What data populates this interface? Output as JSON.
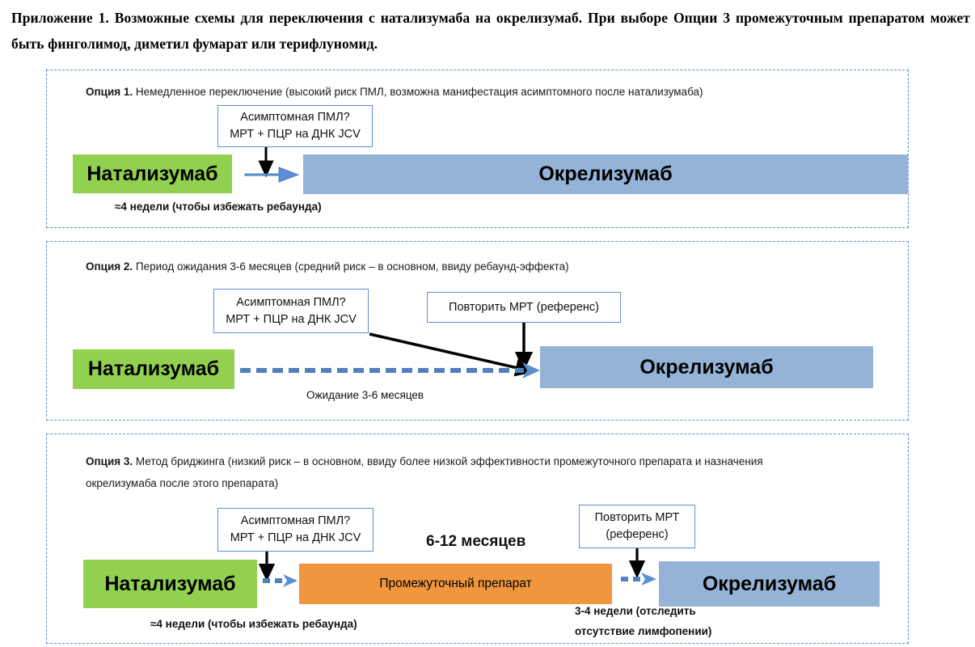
{
  "title": "Приложение 1. Возможные схемы для переключения с натализумаба на окрелизумаб. При выборе Опции 3 промежуточным препаратом может быть финголимод, диметил фумарат или терифлуномид.",
  "colors": {
    "green": "#92D14F",
    "blue": "#95B3D7",
    "orange": "#F0963F",
    "border_blue": "#5B8FD4",
    "dashed_arrow_blue": "#4E81BD",
    "solid_arrow_black": "#000000"
  },
  "options": [
    {
      "id": "option-1",
      "lead": "Опция 1.",
      "heading": "Немедленное переключение (высокий риск ПМЛ, возможна манифестация асимптомного после натализумаба)",
      "callouts": [
        {
          "id": "pml-check",
          "line1": "Асимптомная ПМЛ?",
          "line2": "МРТ + ПЦР на ДНК JCV"
        }
      ],
      "bars": [
        {
          "id": "natalizumab",
          "label": "Натализумаб",
          "color": "green"
        },
        {
          "id": "ocrelizumab",
          "label": "Окрелизумаб",
          "color": "blue"
        }
      ],
      "captions": [
        {
          "id": "rebound-gap",
          "text": "≈4 недели (чтобы избежать ребаунда)"
        }
      ]
    },
    {
      "id": "option-2",
      "lead": "Опция 2.",
      "heading": "Период ожидания 3-6 месяцев (средний риск – в основном, ввиду ребаунд-эффекта)",
      "callouts": [
        {
          "id": "pml-check",
          "line1": "Асимптомная ПМЛ?",
          "line2": "МРТ + ПЦР на ДНК JCV"
        },
        {
          "id": "repeat-mri",
          "line1": "Повторить МРТ (референс)",
          "line2": ""
        }
      ],
      "bars": [
        {
          "id": "natalizumab",
          "label": "Натализумаб",
          "color": "green"
        },
        {
          "id": "ocrelizumab",
          "label": "Окрелизумаб",
          "color": "blue"
        }
      ],
      "captions": [
        {
          "id": "waiting-period",
          "text": "Ожидание 3-6 месяцев"
        }
      ]
    },
    {
      "id": "option-3",
      "lead": "Опция 3.",
      "heading": "Метод бриджинга (низкий риск – в основном, ввиду более низкой эффективности промежуточного препарата и назначения окрелизумаба после этого препарата)",
      "callouts": [
        {
          "id": "pml-check",
          "line1": "Асимптомная ПМЛ?",
          "line2": "МРТ + ПЦР на ДНК JCV"
        },
        {
          "id": "repeat-mri",
          "line1": "Повторить МРТ",
          "line2": "(референс)"
        }
      ],
      "bars": [
        {
          "id": "natalizumab",
          "label": "Натализумаб",
          "color": "green"
        },
        {
          "id": "bridging-drug",
          "label": "Промежуточный препарат",
          "color": "orange"
        },
        {
          "id": "ocrelizumab",
          "label": "Окрелизумаб",
          "color": "blue"
        }
      ],
      "captions": [
        {
          "id": "rebound-gap",
          "text": "≈4 недели (чтобы избежать ребаунда)"
        },
        {
          "id": "lymphopenia-gap-line1",
          "text": "3-4 недели (отследить"
        },
        {
          "id": "lymphopenia-gap-line2",
          "text": "отсутствие лимфопении)"
        }
      ],
      "duration_label": "6-12 месяцев"
    }
  ]
}
